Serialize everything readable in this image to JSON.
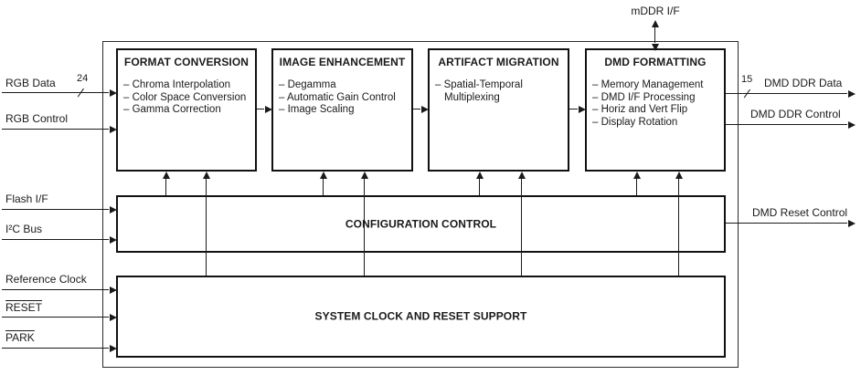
{
  "diagram": {
    "top_port": {
      "label": "mDDR I/F"
    },
    "left_ports": [
      {
        "label": "RGB Data",
        "bus_width": "24"
      },
      {
        "label": "RGB Control"
      },
      {
        "label": "Flash I/F"
      },
      {
        "label": "I²C Bus"
      },
      {
        "label": "Reference Clock"
      },
      {
        "label": "RESET"
      },
      {
        "label": "PARK"
      }
    ],
    "right_ports": [
      {
        "label": "DMD DDR Data",
        "bus_width": "15"
      },
      {
        "label": "DMD DDR Control"
      },
      {
        "label": "DMD Reset Control"
      }
    ],
    "blocks": [
      {
        "title": "FORMAT CONVERSION",
        "items": [
          "– Chroma Interpolation",
          "– Color Space Conversion",
          "– Gamma Correction"
        ]
      },
      {
        "title": "IMAGE ENHANCEMENT",
        "items": [
          "– Degamma",
          "– Automatic Gain Control",
          "– Image Scaling"
        ]
      },
      {
        "title": "ARTIFACT MIGRATION",
        "items": [
          "– Spatial-Temporal Multiplexing"
        ]
      },
      {
        "title": "DMD FORMATTING",
        "items": [
          "– Memory Management",
          "– DMD I/F Processing",
          "– Horiz and Vert Flip",
          "– Display Rotation"
        ]
      }
    ],
    "wide_blocks": [
      {
        "title": "CONFIGURATION CONTROL"
      },
      {
        "title": "SYSTEM CLOCK AND RESET SUPPORT"
      }
    ],
    "colors": {
      "line": "#1a1a1a",
      "background": "#ffffff",
      "text": "#1a1a1a"
    }
  }
}
